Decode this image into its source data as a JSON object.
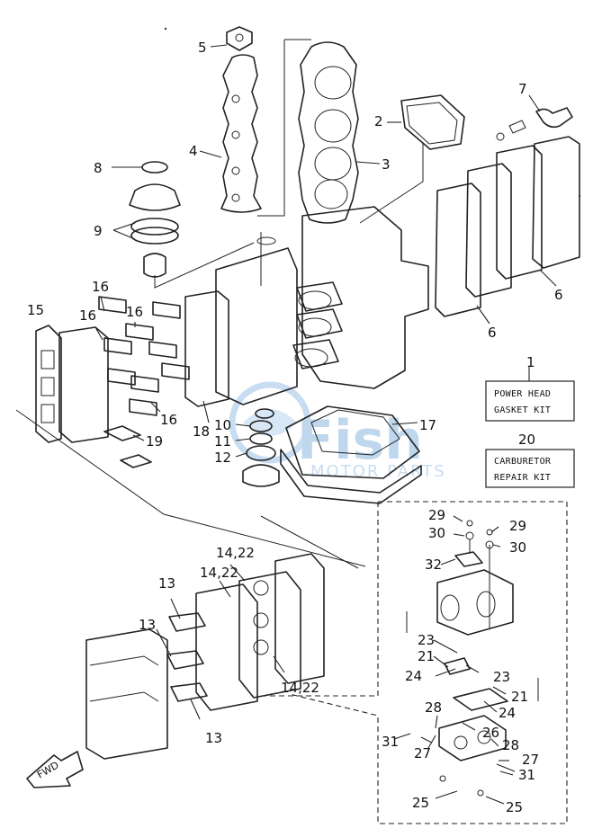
{
  "callouts": {
    "c1": "1",
    "c2": "2",
    "c3": "3",
    "c4": "4",
    "c5": "5",
    "c6a": "6",
    "c6b": "6",
    "c7": "7",
    "c8": "8",
    "c9": "9",
    "c10": "10",
    "c11": "11",
    "c12": "12",
    "c13a": "13",
    "c13b": "13",
    "c13c": "13",
    "c1422a": "14,22",
    "c1422b": "14,22",
    "c1422c": "14,22",
    "c15": "15",
    "c16a": "16",
    "c16b": "16",
    "c16c": "16",
    "c16d": "16",
    "c17": "17",
    "c18": "18",
    "c19": "19",
    "c20": "20",
    "c21a": "21",
    "c21b": "21",
    "c23a": "23",
    "c23b": "23",
    "c24a": "24",
    "c24b": "24",
    "c25a": "25",
    "c25b": "25",
    "c26": "26",
    "c27a": "27",
    "c27b": "27",
    "c28a": "28",
    "c28b": "28",
    "c29a": "29",
    "c29b": "29",
    "c30a": "30",
    "c30b": "30",
    "c31a": "31",
    "c31b": "31",
    "c32": "32"
  },
  "kits": {
    "power_head_line1": "POWER HEAD",
    "power_head_line2": "GASKET KIT",
    "carburetor_line1": "CARBURETOR",
    "carburetor_line2": "REPAIR KIT"
  },
  "watermark": {
    "main": "Fish",
    "sub": "MOTOR PARTS",
    "color": "#4a90c8"
  },
  "fwd_label": "FWD"
}
